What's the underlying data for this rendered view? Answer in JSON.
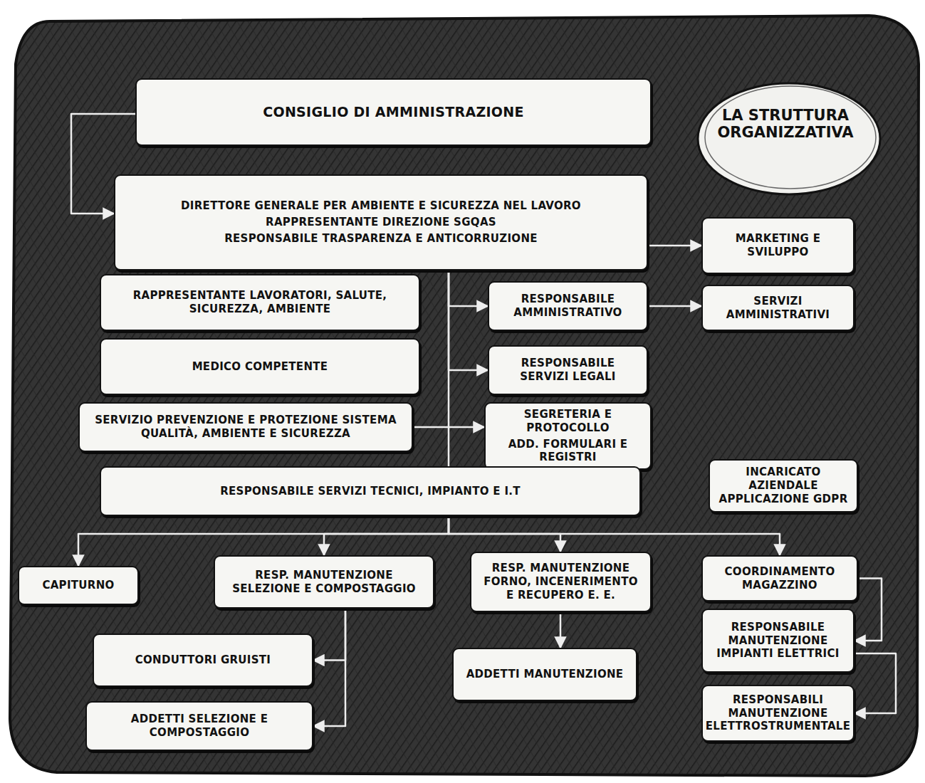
{
  "diagram": {
    "title": "LA STRUTTURA ORGANIZZATIVA",
    "nodes": [
      {
        "text": [
          "CONSIGLIO DI AMMINISTRAZIONE"
        ]
      },
      {
        "text": [
          "DIRETTORE GENERALE PER AMBIENTE E SICUREZZA NEL LAVORO",
          "RAPPRESENTANTE DIREZIONE SGQAS",
          "RESPONSABILE TRASPARENZA E ANTICORRUZIONE"
        ]
      },
      {
        "text": [
          "MARKETING E SVILUPPO"
        ]
      },
      {
        "text": [
          "RAPPRESENTANTE LAVORATORI, SALUTE, SICUREZZA, AMBIENTE"
        ]
      },
      {
        "text": [
          "RESPONSABILE AMMINISTRATIVO"
        ]
      },
      {
        "text": [
          "SERVIZI AMMINISTRATIVI"
        ]
      },
      {
        "text": [
          "MEDICO COMPETENTE"
        ]
      },
      {
        "text": [
          "RESPONSABILE SERVIZI LEGALI"
        ]
      },
      {
        "text": [
          "SERVIZIO PREVENZIONE E PROTEZIONE SISTEMA QUALITÀ, AMBIENTE E SICUREZZA"
        ]
      },
      {
        "text": [
          "SEGRETERIA E PROTOCOLLO",
          "ADD. FORMULARI E REGISTRI"
        ]
      },
      {
        "text": [
          "RESPONSABILE SERVIZI TECNICI, IMPIANTO E I.T"
        ]
      },
      {
        "text": [
          "INCARICATO AZIENDALE APPLICAZIONE GDPR"
        ]
      },
      {
        "text": [
          "CAPITURNO"
        ]
      },
      {
        "text": [
          "RESP. MANUTENZIONE SELEZIONE E COMPOSTAGGIO"
        ]
      },
      {
        "text": [
          "RESP. MANUTENZIONE FORNO, INCENERIMENTO E RECUPERO E. E."
        ]
      },
      {
        "text": [
          "COORDINAMENTO MAGAZZINO"
        ]
      },
      {
        "text": [
          "CONDUTTORI GRUISTI"
        ]
      },
      {
        "text": [
          "ADDETTI MANUTENZIONE"
        ]
      },
      {
        "text": [
          "RESPONSABILE MANUTENZIONE IMPIANTI ELETTRICI"
        ]
      },
      {
        "text": [
          "ADDETTI SELEZIONE E COMPOSTAGGIO"
        ]
      },
      {
        "text": [
          "RESPONSABILI MANUTENZIONE ELETTROSTRUMENTALE"
        ]
      }
    ],
    "edges": [
      {
        "from": 0,
        "to": 1,
        "arrow": "to"
      },
      {
        "from": 1,
        "to": 2,
        "arrow": "to"
      },
      {
        "from": 1,
        "to": 4,
        "arrow": "to"
      },
      {
        "from": 1,
        "to": 7,
        "arrow": "to"
      },
      {
        "from": 8,
        "to": 9,
        "arrow": "to"
      },
      {
        "from": 4,
        "to": 5,
        "arrow": "to"
      },
      {
        "from": 1,
        "to": 10,
        "arrow": "none"
      },
      {
        "from": 10,
        "to": 12,
        "arrow": "to"
      },
      {
        "from": 10,
        "to": 13,
        "arrow": "to"
      },
      {
        "from": 10,
        "to": 14,
        "arrow": "to"
      },
      {
        "from": 10,
        "to": 15,
        "arrow": "to"
      },
      {
        "from": 13,
        "to": 16,
        "arrow": "to"
      },
      {
        "from": 13,
        "to": 19,
        "arrow": "to"
      },
      {
        "from": 14,
        "to": 17,
        "arrow": "to"
      },
      {
        "from": 15,
        "to": 18,
        "arrow": "to"
      },
      {
        "from": 18,
        "to": 20,
        "arrow": "to"
      }
    ]
  }
}
